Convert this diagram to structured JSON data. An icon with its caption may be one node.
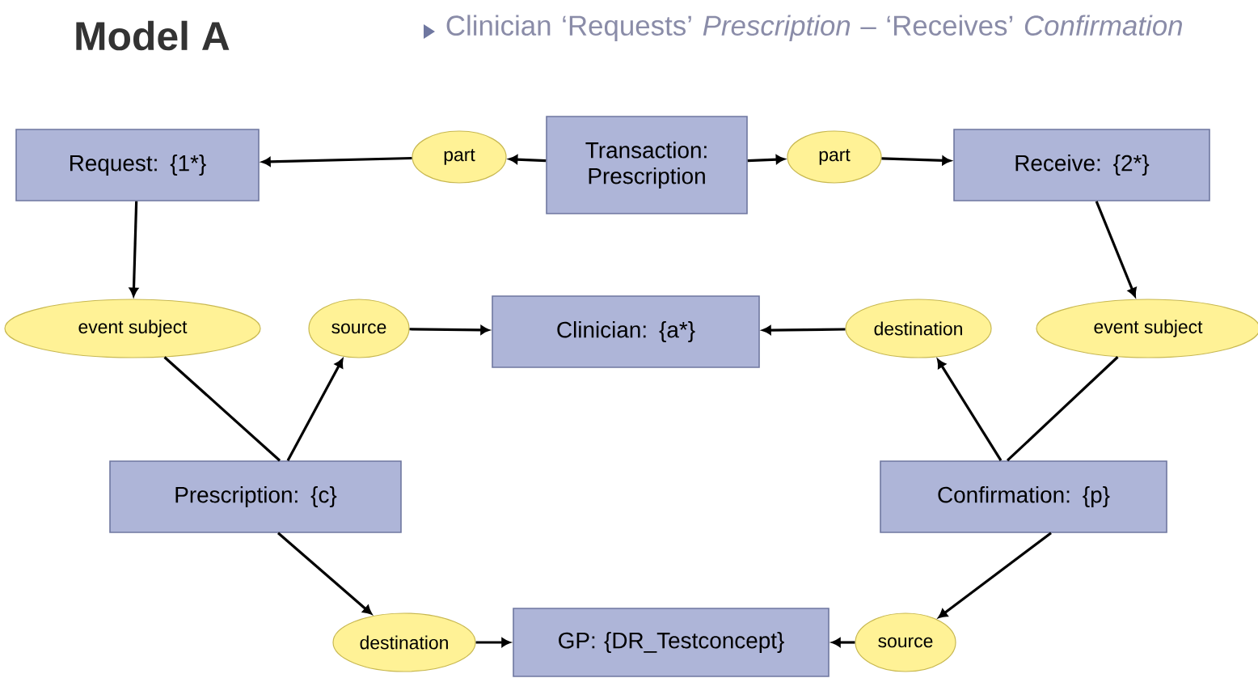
{
  "diagram": {
    "title": "Model A",
    "nodes": [
      {
        "text": [
          "Request: {1*}"
        ]
      },
      {
        "text": [
          "Transaction: Prescription"
        ]
      },
      {
        "text": [
          "Receive: {2*}"
        ]
      },
      {
        "text": [
          "Clinician:  {a*}"
        ]
      },
      {
        "text": [
          "Prescription: {c}"
        ]
      },
      {
        "text": [
          "Confirmation: {p}"
        ]
      },
      {
        "text": [
          "GP: {DR_Testconcept}"
        ]
      },
      {
        "text": [
          "part"
        ]
      },
      {
        "text": [
          "part"
        ]
      },
      {
        "text": [
          "event subject"
        ]
      },
      {
        "text": [
          "source"
        ]
      },
      {
        "text": [
          "destination"
        ]
      },
      {
        "text": [
          "event subject"
        ]
      },
      {
        "text": [
          "destination"
        ]
      },
      {
        "text": [
          "source"
        ]
      }
    ],
    "edges": [
      {
        "from": 1,
        "to": 7,
        "arrow": "to"
      },
      {
        "from": 7,
        "to": 0,
        "arrow": "to"
      },
      {
        "from": 1,
        "to": 8,
        "arrow": "to"
      },
      {
        "from": 8,
        "to": 2,
        "arrow": "to"
      },
      {
        "from": 0,
        "to": 9,
        "arrow": "to"
      },
      {
        "from": 2,
        "to": 12,
        "arrow": "to"
      },
      {
        "from": 4,
        "to": 9,
        "arrow": "none"
      },
      {
        "from": 4,
        "to": 10,
        "arrow": "to"
      },
      {
        "from": 10,
        "to": 3,
        "arrow": "to"
      },
      {
        "from": 11,
        "to": 3,
        "arrow": "to"
      },
      {
        "from": 5,
        "to": 11,
        "arrow": "to"
      },
      {
        "from": 5,
        "to": 12,
        "arrow": "none"
      },
      {
        "from": 4,
        "to": 13,
        "arrow": "to"
      },
      {
        "from": 13,
        "to": 6,
        "arrow": "to"
      },
      {
        "from": 5,
        "to": 14,
        "arrow": "to"
      },
      {
        "from": 14,
        "to": 6,
        "arrow": "to"
      }
    ],
    "labels": [
      "Clinician ‘Requests’ *Prescription* – ‘Receives’ *Confirmation*"
    ]
  }
}
